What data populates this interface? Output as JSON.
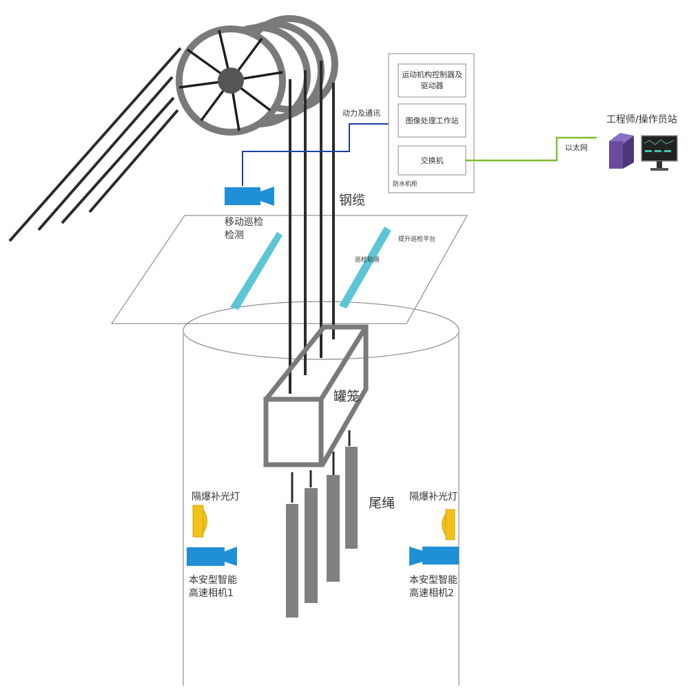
{
  "diagram": {
    "labels": {
      "steel_cable": "钢缆",
      "mobile_inspection_line1": "移动巡检",
      "mobile_inspection_line2": "检测",
      "hoist_platform": "提升巡检平台",
      "inspection_track": "巡检轨道",
      "cage": "罐笼",
      "tail_rope": "尾绳",
      "light_left": "隔爆补光灯",
      "light_right": "隔爆补光灯",
      "camera1_line1": "本安型智能",
      "camera1_line2": "高速相机1",
      "camera2_line1": "本安型智能",
      "camera2_line2": "高速相机2",
      "power_comm": "动力及通讯",
      "ethernet": "以太网",
      "operator_station": "工程师/操作员站"
    },
    "cabinet": {
      "title": "防水机柜",
      "modules": [
        {
          "line1": "运动机构控制器及",
          "line2": "驱动器"
        },
        {
          "line1": "图像处理工作站",
          "line2": ""
        },
        {
          "line1": "交换机",
          "line2": ""
        }
      ]
    },
    "colors": {
      "cable": "#2b2b2b",
      "wheel": "#7a7a7a",
      "camera": "#1f8fd6",
      "light": "#f2c21b",
      "track": "#5cc5d6",
      "power_line": "#1a3fa6",
      "ethernet_line": "#7cbf2a",
      "computer": "#6a4c9c"
    }
  }
}
